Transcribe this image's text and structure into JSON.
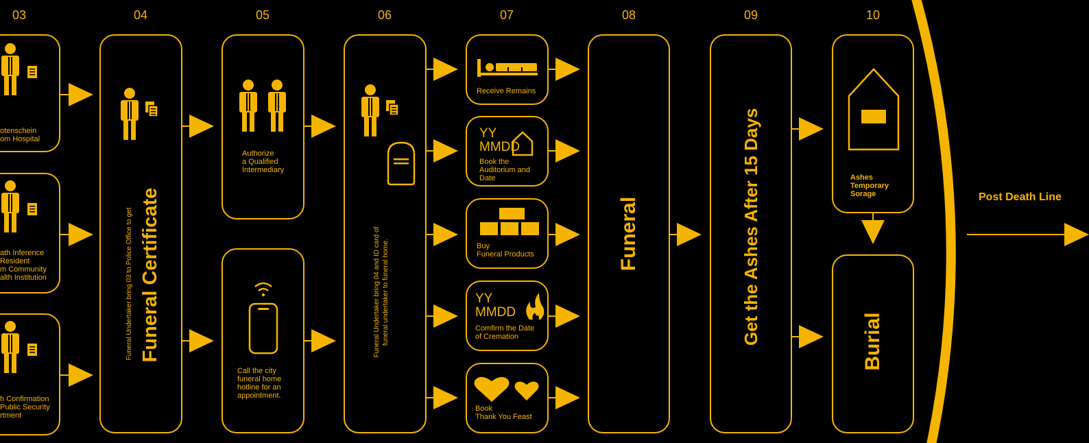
{
  "colors": {
    "accent": "#F5B400",
    "background": "#000000"
  },
  "steps": {
    "s03": {
      "number": "03",
      "items": [
        {
          "lines": [
            "otenschein",
            "om Hospital"
          ],
          "icon": "person-document-icon"
        },
        {
          "lines": [
            "ath Inference",
            "Resident",
            "m Community",
            "alth Institution"
          ],
          "icon": "person-document-icon"
        },
        {
          "lines": [
            "h Confirmation",
            "Public Security",
            "rtment"
          ],
          "icon": "person-document-icon"
        }
      ]
    },
    "s04": {
      "number": "04",
      "small_text": "Funeral Undertaker bring 03 to Police Office to get",
      "title": "Funeral Certificate"
    },
    "s05": {
      "number": "05",
      "authorize_lines": [
        "Authorize",
        "a Qualified",
        "Intermediary"
      ],
      "call_lines": [
        "Call the city",
        "funeral home",
        "hotline for an",
        "appointment."
      ]
    },
    "s06": {
      "number": "06",
      "text_line1": "Funeral Undertaker bring 04 and ID card of",
      "text_line2": "funeral undertaker to funeral home."
    },
    "s07": {
      "number": "07",
      "receive": "Receive Remains",
      "date_code_1": "YY",
      "date_code_2": "MMDD",
      "auditorium_lines": [
        "Book the",
        "Auditorium and",
        "Date"
      ],
      "products_lines": [
        "Buy",
        "Funeral Products"
      ],
      "cremation_lines": [
        "Comfirm the Date",
        "of Cremation"
      ],
      "feast_lines": [
        "Book",
        "Thank You Feast"
      ]
    },
    "s08": {
      "number": "08",
      "title": "Funeral"
    },
    "s09": {
      "number": "09",
      "title": "Get the Ashes After 15 Days"
    },
    "s10": {
      "number": "10",
      "storage_lines": [
        "Ashes",
        "Temporary",
        "Sorage"
      ],
      "burial": "Burial"
    }
  },
  "post_death_line": "Post Death Line"
}
